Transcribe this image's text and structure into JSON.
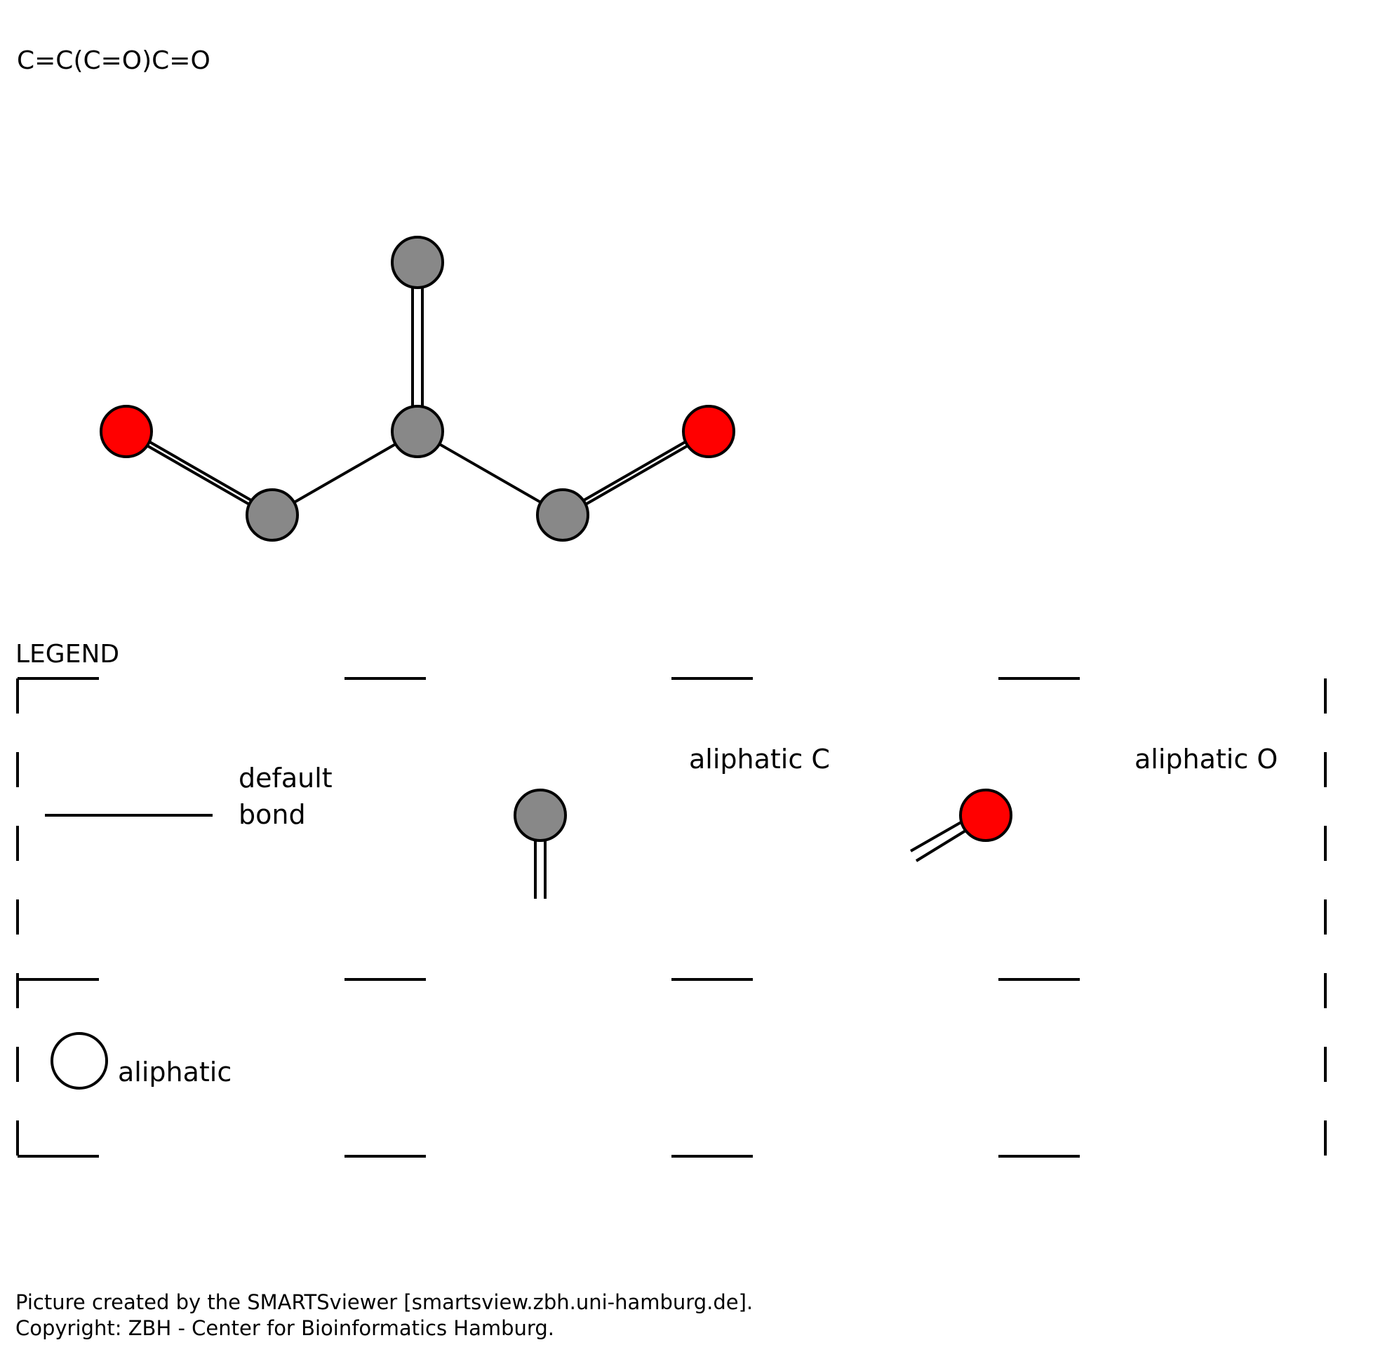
{
  "smiles": "C=C(C=O)C=O",
  "legend": {
    "title": "LEGEND",
    "items": [
      {
        "label_lines": [
          "default",
          "bond"
        ]
      },
      {
        "label_lines": [
          "aliphatic C"
        ],
        "color": "#888888"
      },
      {
        "label_lines": [
          "aliphatic O"
        ],
        "color": "#ff0000"
      },
      {
        "label_lines": [
          "aliphatic"
        ]
      }
    ]
  },
  "molecule": {
    "atoms": [
      {
        "id": "C1",
        "element": "C",
        "color": "#888888"
      },
      {
        "id": "C2",
        "element": "C",
        "color": "#888888"
      },
      {
        "id": "C3",
        "element": "C",
        "color": "#888888"
      },
      {
        "id": "O4",
        "element": "O",
        "color": "#ff0000"
      },
      {
        "id": "C5",
        "element": "C",
        "color": "#888888"
      },
      {
        "id": "O6",
        "element": "O",
        "color": "#ff0000"
      }
    ],
    "bonds": [
      {
        "from": "C1",
        "to": "C2",
        "order": 2
      },
      {
        "from": "C2",
        "to": "C3",
        "order": 1
      },
      {
        "from": "C3",
        "to": "O4",
        "order": 2
      },
      {
        "from": "C2",
        "to": "C5",
        "order": 1
      },
      {
        "from": "C5",
        "to": "O6",
        "order": 2
      }
    ]
  },
  "footer": {
    "line1": "Picture created by the SMARTSviewer [smartsview.zbh.uni-hamburg.de].",
    "line2": "Copyright: ZBH - Center for Bioinformatics Hamburg."
  }
}
